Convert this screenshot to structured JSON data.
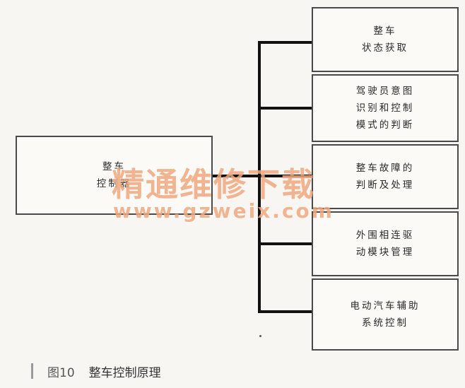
{
  "diagram": {
    "controller": {
      "lines": [
        "整车",
        "控制器"
      ]
    },
    "modules": [
      {
        "lines": [
          "整车",
          "状态获取"
        ]
      },
      {
        "lines": [
          "驾驶员意图",
          "识别和控制",
          "模式的判断"
        ]
      },
      {
        "lines": [
          "整车故障的",
          "判断及处理"
        ]
      },
      {
        "lines": [
          "外围相连驱",
          "动模块管理"
        ]
      },
      {
        "lines": [
          "电动汽车辅助",
          "系统控制"
        ]
      }
    ]
  },
  "watermark": {
    "text": "精通维修下载",
    "url": "www.gzweix.com"
  },
  "caption": {
    "figure_no": "图10",
    "title": "整车控制原理"
  },
  "colors": {
    "line": "#111111",
    "box_border": "#4a4a4a",
    "watermark": "#f0a880"
  }
}
